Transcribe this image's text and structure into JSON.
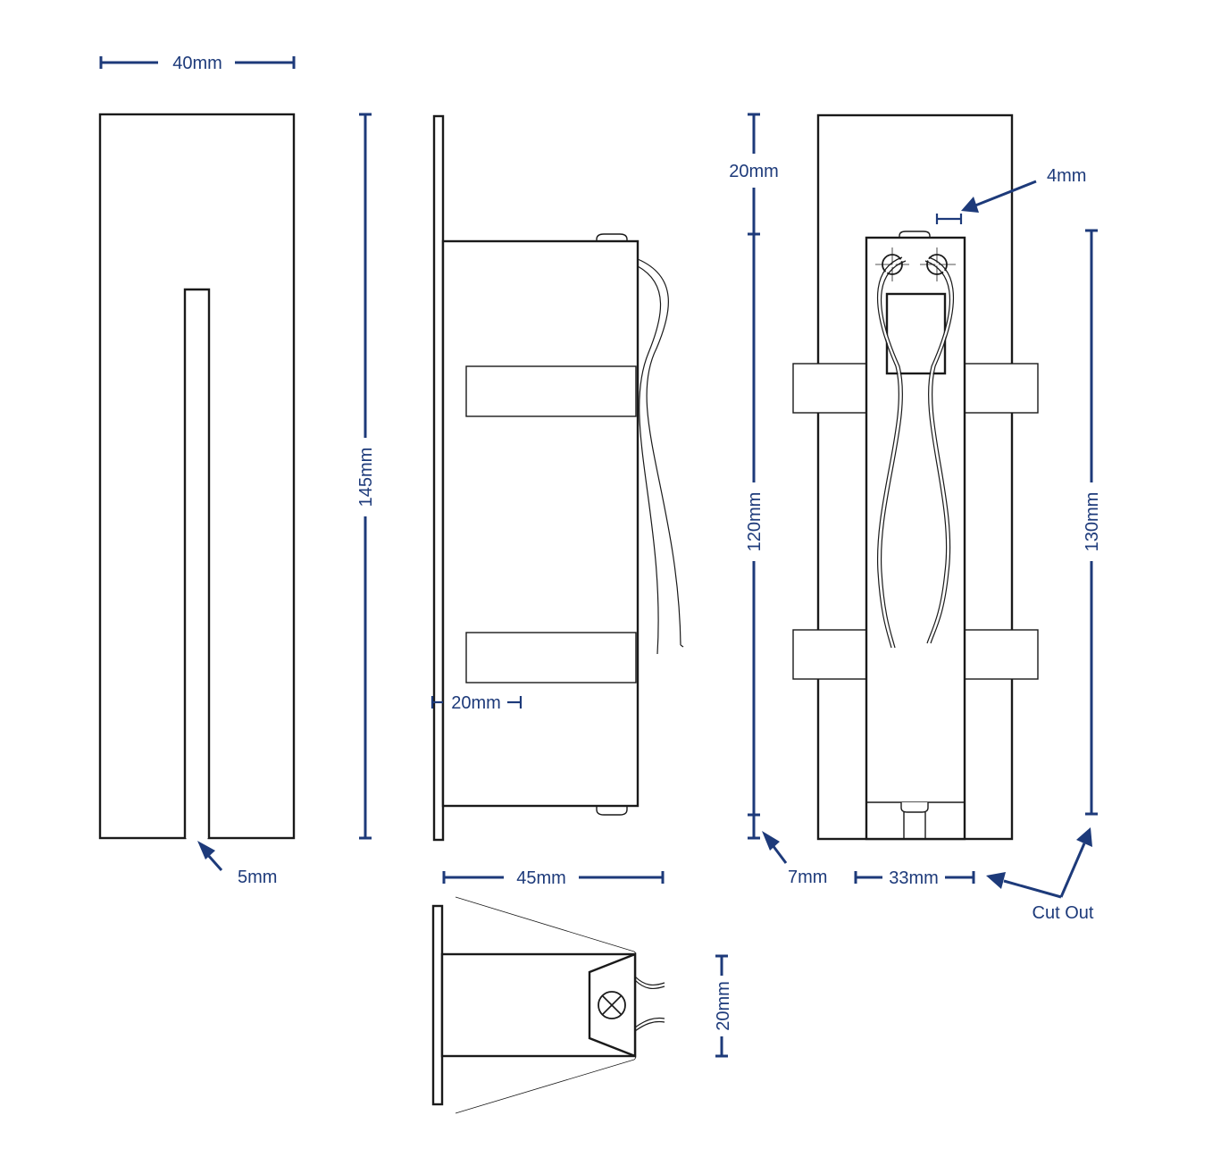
{
  "colors": {
    "dimension": "#1d3a7a",
    "outline": "#1a1a1a",
    "background": "#ffffff"
  },
  "front_view": {
    "width_label": "40mm",
    "slot_label": "5mm"
  },
  "side_view": {
    "height_label": "145mm",
    "flange_label": "20mm",
    "depth_label": "45mm"
  },
  "bottom_view": {
    "height_label": "20mm"
  },
  "rear_view": {
    "top_label": "20mm",
    "tab_label": "4mm",
    "body_label": "120mm",
    "bottom_label": "7mm",
    "width_label": "33mm",
    "cutout_height_label": "130mm",
    "cutout_label": "Cut Out"
  }
}
